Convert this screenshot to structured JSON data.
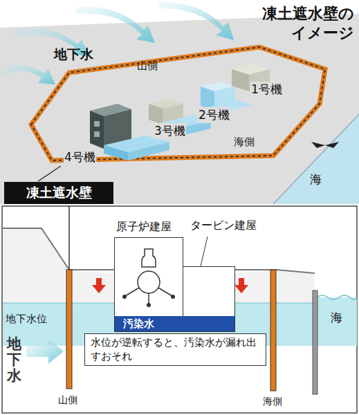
{
  "diagram": {
    "title": "凍土遮水壁のイメージ",
    "nodes": [
      {
        "text": [
          "凍土遮水壁"
        ]
      },
      {
        "text": [
          "原子炉建屋"
        ]
      },
      {
        "text": [
          "タービン建屋"
        ]
      },
      {
        "text": [
          "汚染水"
        ]
      },
      {
        "text": [
          "水位が逆転すると、汚染水が漏れ出すおそれ"
        ]
      }
    ],
    "labels": [
      "地下水",
      "山側",
      "海側",
      "海",
      "4号機",
      "3号機",
      "2号機",
      "1号機",
      "地下水位",
      "地下水",
      "海",
      "山側",
      "海側"
    ]
  }
}
